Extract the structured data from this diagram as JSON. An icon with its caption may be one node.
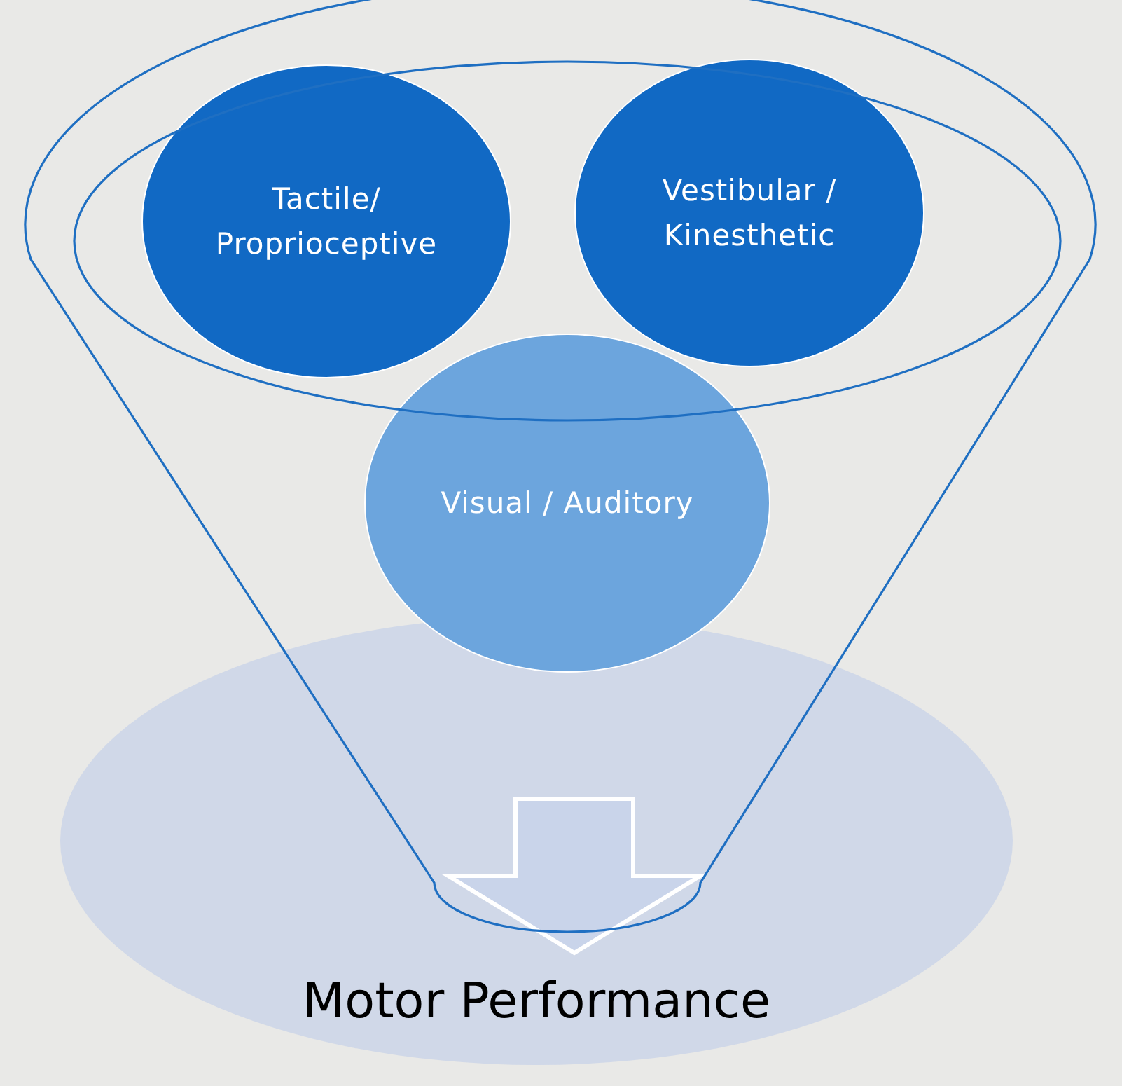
{
  "diagram": {
    "nodes": [
      {
        "text": [
          "Tactile/ Proprioceptive"
        ]
      },
      {
        "text": [
          "Vestibular / Kinesthetic"
        ]
      },
      {
        "text": [
          "Visual / Auditory"
        ]
      },
      {
        "text": [
          "Motor Performance"
        ]
      }
    ],
    "edges": [
      {
        "from": null,
        "to": 3,
        "arrow": "to"
      }
    ]
  }
}
